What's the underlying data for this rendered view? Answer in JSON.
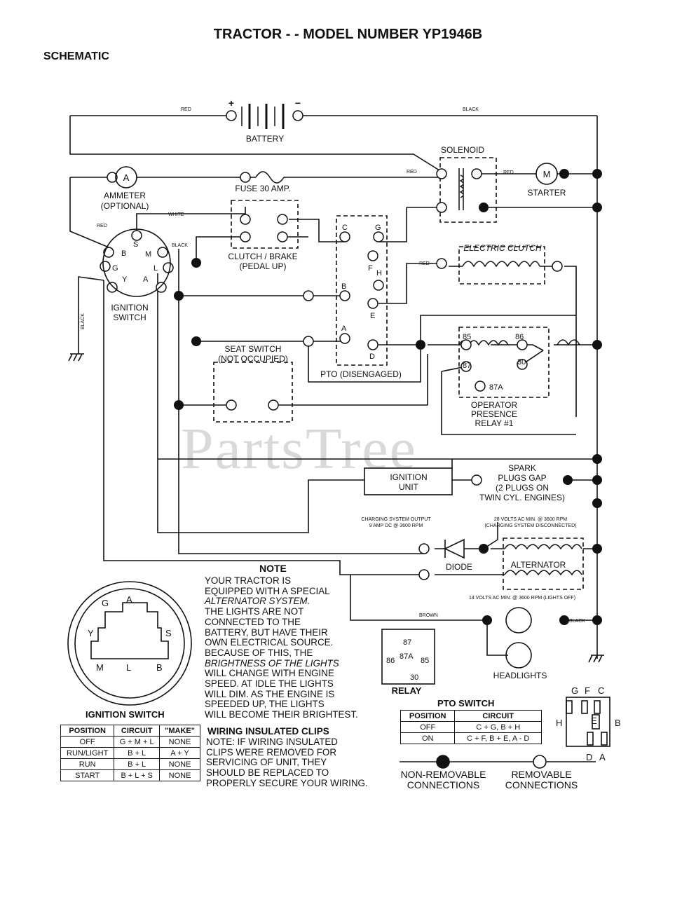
{
  "header": {
    "title": "TRACTOR - - MODEL NUMBER YP1946B",
    "subtitle": "SCHEMATIC"
  },
  "watermark": "PartsTree",
  "components": {
    "battery": "BATTERY",
    "battery_plus": "+",
    "battery_minus": "−",
    "ammeter": [
      "AMMETER",
      "(OPTIONAL)"
    ],
    "ammeter_symbol": "A",
    "fuse": "FUSE 30 AMP.",
    "solenoid": "SOLENOID",
    "starter": "STARTER",
    "starter_symbol": "M",
    "clutch_brake": [
      "CLUTCH / BRAKE",
      "(PEDAL UP)"
    ],
    "electric_clutch": "ELECTRIC CLUTCH",
    "ignition_switch": [
      "IGNITION",
      "SWITCH"
    ],
    "seat_switch": [
      "SEAT SWITCH",
      "(NOT OCCUPIED)"
    ],
    "pto": "PTO (DISENGAGED)",
    "relay_op": [
      "OPERATOR",
      "PRESENCE",
      "RELAY #1"
    ],
    "ignition_unit": [
      "IGNITION",
      "UNIT"
    ],
    "spark_plugs": [
      "SPARK",
      "PLUGS GAP",
      "(2 PLUGS ON",
      "TWIN CYL. ENGINES)"
    ],
    "diode": "DIODE",
    "alternator": "ALTERNATOR",
    "headlights": "HEADLIGHTS",
    "relay": "RELAY",
    "charging_output": [
      "CHARGING SYSTEM OUTPUT",
      "9 AMP DC @ 3600 RPM"
    ],
    "charging_ac": [
      "28 VOLTS AC MIN. @ 3600 RPM",
      "(CHARGING SYSTEM DISCONNECTED)"
    ],
    "lights_ac": "14 VOLTS AC MIN. @ 3600 RPM (LIGHTS OFF)"
  },
  "wire_labels": {
    "red": "RED",
    "black": "BLACK",
    "white": "WHITE",
    "brown": "BROWN"
  },
  "terminal_letters": {
    "ign": [
      "B",
      "S",
      "M",
      "G",
      "L",
      "Y",
      "A"
    ],
    "pto": [
      "C",
      "G",
      "F",
      "H",
      "B",
      "E",
      "A",
      "D"
    ],
    "relay": [
      "85",
      "86",
      "87",
      "30",
      "87A"
    ]
  },
  "note": {
    "heading": "NOTE",
    "lines": [
      "YOUR TRACTOR IS",
      "EQUIPPED WITH A SPECIAL",
      "ALTERNATOR SYSTEM.",
      "THE LIGHTS ARE NOT",
      "CONNECTED TO THE",
      "BATTERY, BUT HAVE THEIR",
      "OWN ELECTRICAL SOURCE.",
      "BECAUSE OF THIS, THE",
      "BRIGHTNESS OF THE LIGHTS",
      "WILL CHANGE WITH ENGINE",
      "SPEED.  AT IDLE THE LIGHTS",
      "WILL DIM.  AS THE ENGINE IS",
      "SPEEDED UP, THE LIGHTS",
      "WILL BECOME THEIR BRIGHTEST."
    ]
  },
  "clips": {
    "heading": "WIRING INSULATED CLIPS",
    "lines": [
      "NOTE: IF WIRING INSULATED",
      "CLIPS WERE REMOVED FOR",
      "SERVICING OF UNIT, THEY",
      "SHOULD BE REPLACED TO",
      "PROPERLY SECURE YOUR WIRING."
    ]
  },
  "ignition_table": {
    "title": "IGNITION SWITCH",
    "headers": [
      "POSITION",
      "CIRCUIT",
      "\"MAKE\""
    ],
    "rows": [
      [
        "OFF",
        "G + M + L",
        "NONE"
      ],
      [
        "RUN/LIGHT",
        "B + L",
        "A + Y"
      ],
      [
        "RUN",
        "B + L",
        "NONE"
      ],
      [
        "START",
        "B + L + S",
        "NONE"
      ]
    ]
  },
  "ign_face": {
    "letters": [
      "G",
      "A",
      "Y",
      "S",
      "M",
      "L",
      "B"
    ]
  },
  "relay_face": {
    "labels": [
      "87",
      "86",
      "87A",
      "85",
      "30"
    ]
  },
  "pto_table": {
    "title": "PTO SWITCH",
    "headers": [
      "POSITION",
      "CIRCUIT"
    ],
    "rows": [
      [
        "OFF",
        "C + G, B + H"
      ],
      [
        "ON",
        "C + F, B + E, A - D"
      ]
    ]
  },
  "pto_face": {
    "letters": [
      "G",
      "F",
      "C",
      "H",
      "E",
      "B",
      "D",
      "A"
    ]
  },
  "legend": {
    "non_removable": [
      "NON-REMOVABLE",
      "CONNECTIONS"
    ],
    "removable": [
      "REMOVABLE",
      "CONNECTIONS"
    ]
  }
}
